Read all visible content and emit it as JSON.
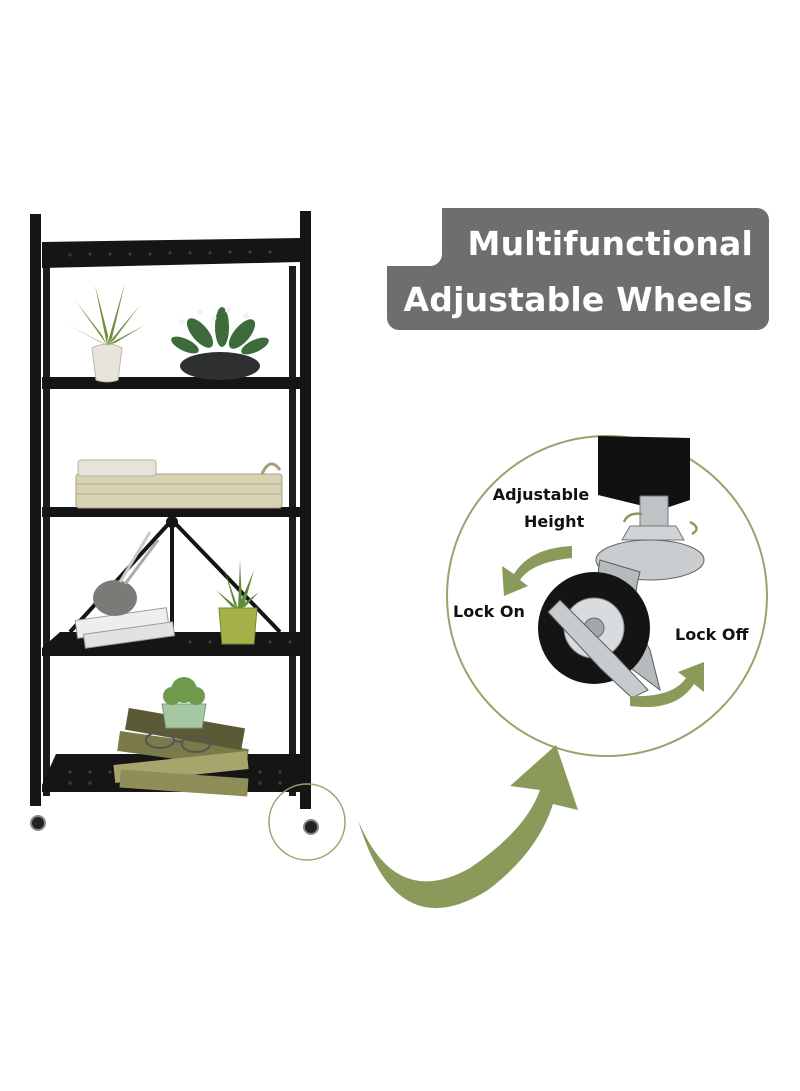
{
  "banner": {
    "line1": "Multifunctional",
    "line2": "Adjustable Wheels"
  },
  "callouts": {
    "adjustable": "Adjustable",
    "height": "Height",
    "lock_on": "Lock On",
    "lock_off": "Lock Off"
  },
  "colors": {
    "banner_bg": "#6e6e6e",
    "arrow_green": "#8a9a5b",
    "shelf_black": "#111111"
  },
  "icons": {
    "rack": "five-tier-folding-rack",
    "wheel": "swivel-caster-wheel",
    "curve_arrow": "curved-up-arrow",
    "rotate_arrows": "rotate-arrows-icon"
  }
}
